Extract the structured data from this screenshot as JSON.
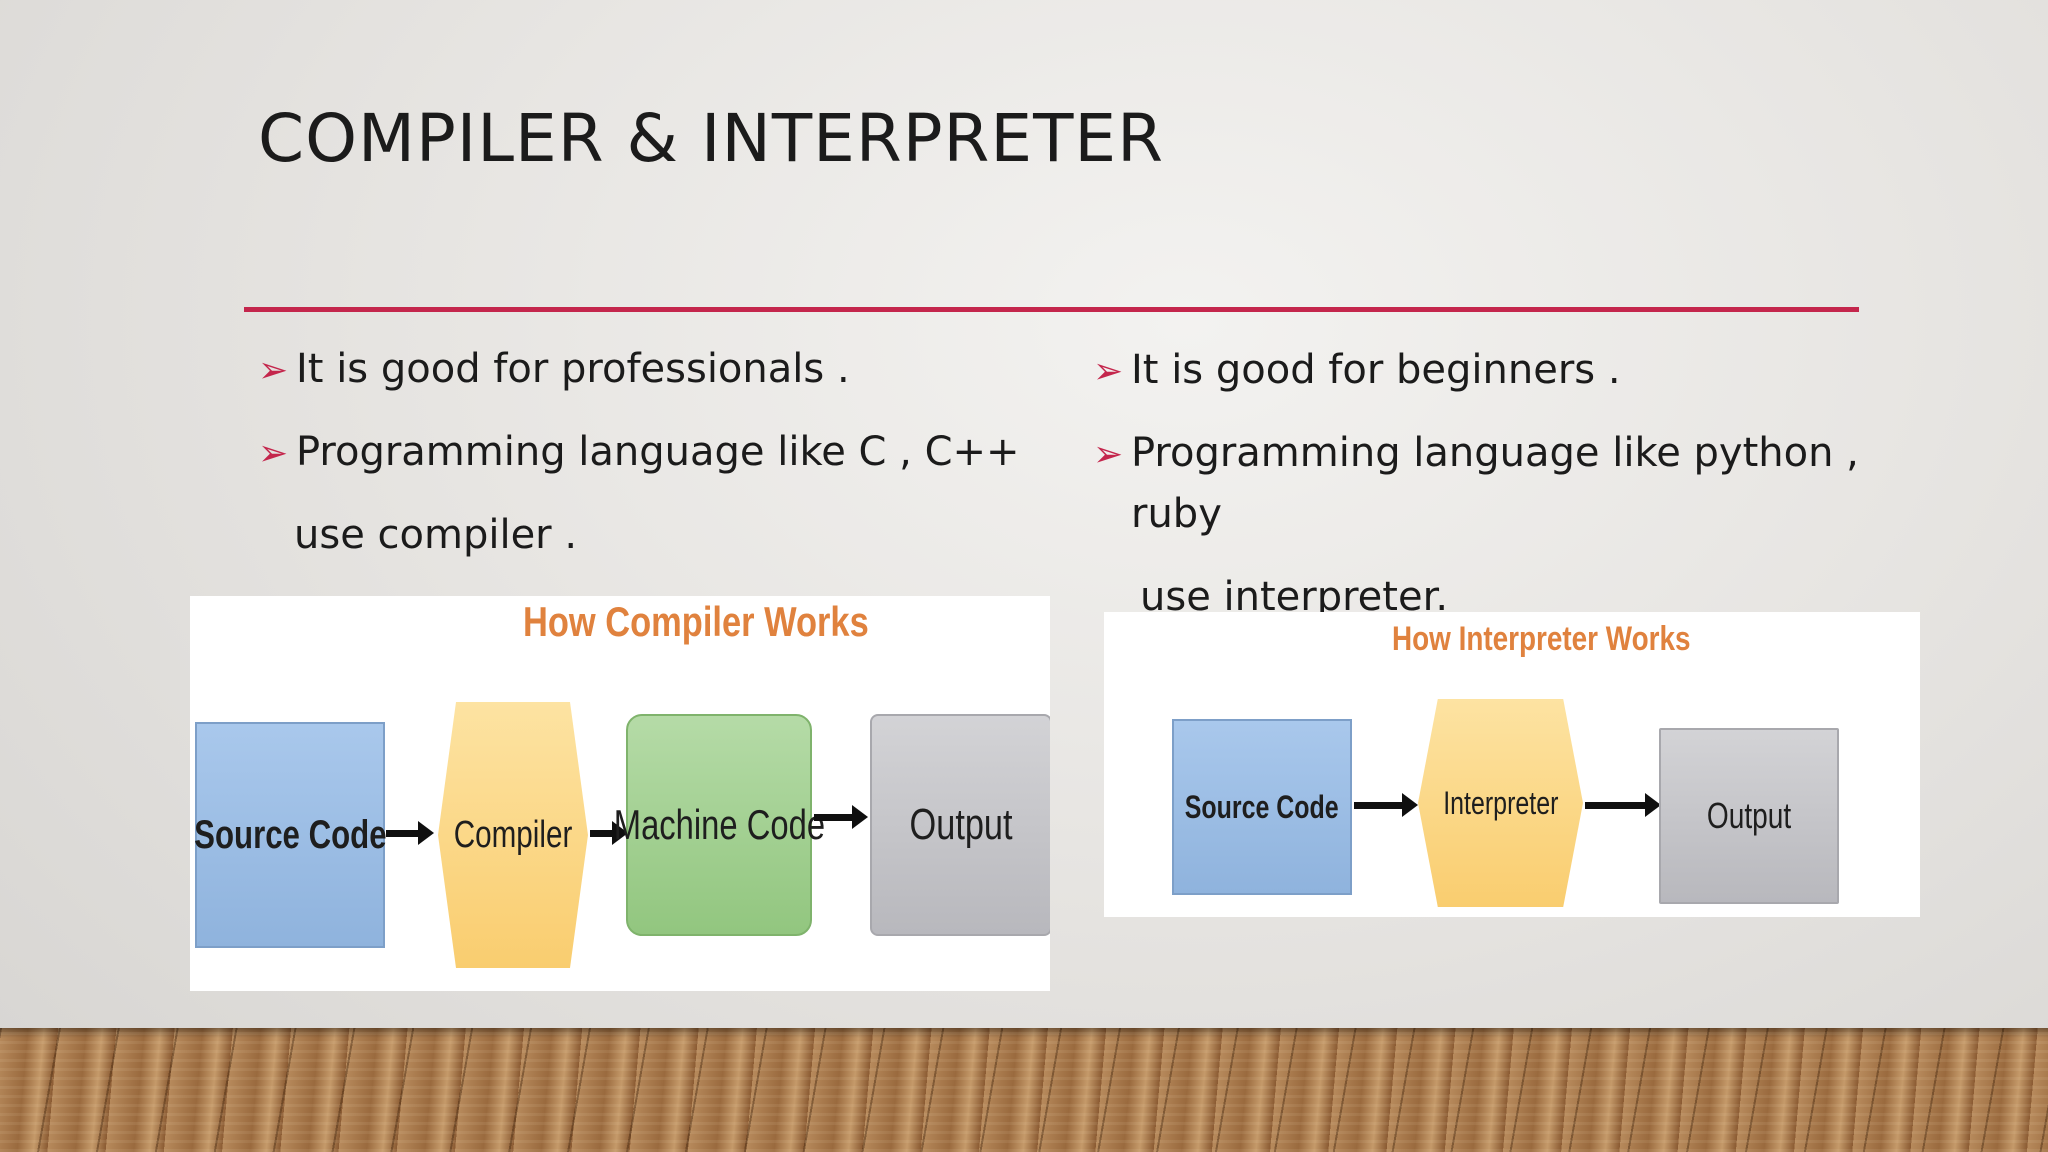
{
  "slide": {
    "title": "COMPILER & INTERPRETER",
    "accent_color": "#c4264c"
  },
  "left": {
    "bullets": [
      "It is good for professionals .",
      "Programming language like C , C++"
    ],
    "continuation": "use compiler ."
  },
  "right": {
    "bullets": [
      "It is good for beginners .",
      "Programming language like python ,"
    ],
    "continuation_1": "ruby",
    "continuation_2": "use interpreter."
  },
  "compiler_diagram": {
    "title": "How Compiler Works",
    "steps": [
      "Source Code",
      "Compiler",
      "Machine Code",
      "Output"
    ]
  },
  "interpreter_diagram": {
    "title": "How Interpreter Works",
    "steps": [
      "Source Code",
      "Interpreter",
      "Output"
    ]
  },
  "bullet_icon": "right-arrow-bullet-icon"
}
